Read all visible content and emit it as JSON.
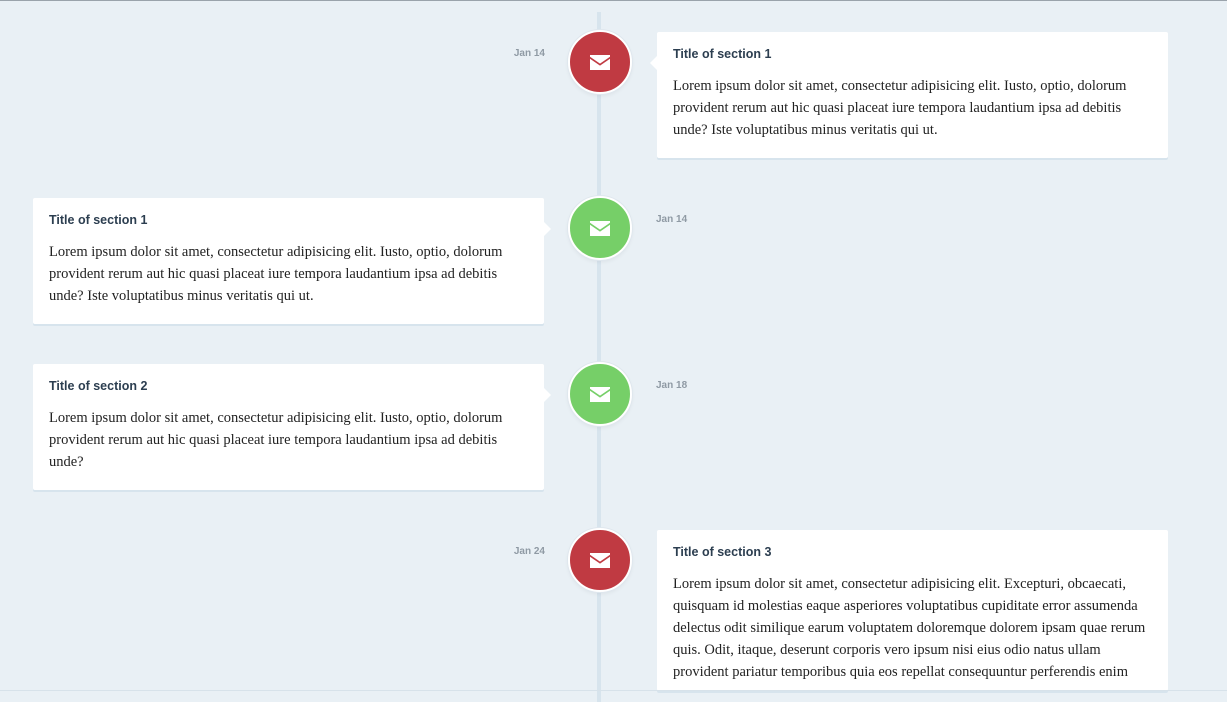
{
  "colors": {
    "background": "#e9f0f5",
    "marker_red": "#c03a42",
    "marker_green": "#76cf68",
    "card_background": "#ffffff",
    "title_text": "#2c3e50",
    "date_text": "#8f9aa4"
  },
  "timeline": {
    "items": [
      {
        "date": "Jan 14",
        "title": "Title of section 1",
        "text": "Lorem ipsum dolor sit amet, consectetur adipisicing elit. Iusto, optio, dolorum provident rerum aut hic quasi placeat iure tempora laudantium ipsa ad debitis unde? Iste voluptatibus minus veritatis qui ut.",
        "icon": "envelope-icon",
        "marker_color": "red",
        "card_side": "right"
      },
      {
        "date": "Jan 14",
        "title": "Title of section 1",
        "text": "Lorem ipsum dolor sit amet, consectetur adipisicing elit. Iusto, optio, dolorum provident rerum aut hic quasi placeat iure tempora laudantium ipsa ad debitis unde? Iste voluptatibus minus veritatis qui ut.",
        "icon": "envelope-icon",
        "marker_color": "green",
        "card_side": "left"
      },
      {
        "date": "Jan 18",
        "title": "Title of section 2",
        "text": "Lorem ipsum dolor sit amet, consectetur adipisicing elit. Iusto, optio, dolorum provident rerum aut hic quasi placeat iure tempora laudantium ipsa ad debitis unde?",
        "icon": "envelope-icon",
        "marker_color": "green",
        "card_side": "left"
      },
      {
        "date": "Jan 24",
        "title": "Title of section 3",
        "text": "Lorem ipsum dolor sit amet, consectetur adipisicing elit. Excepturi, obcaecati, quisquam id molestias eaque asperiores voluptatibus cupiditate error assumenda delectus odit similique earum voluptatem doloremque dolorem ipsam quae rerum quis. Odit, itaque, deserunt corporis vero ipsum nisi eius odio natus ullam provident pariatur temporibus quia eos repellat consequuntur perferendis enim",
        "icon": "envelope-icon",
        "marker_color": "red",
        "card_side": "right"
      }
    ]
  }
}
